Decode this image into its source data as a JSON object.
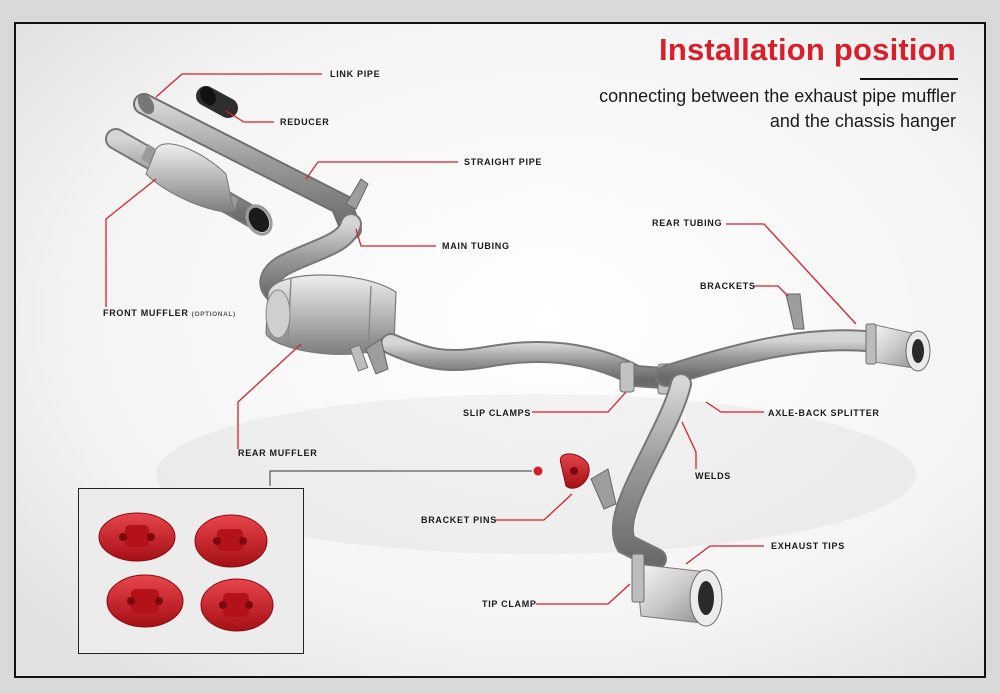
{
  "header": {
    "title": "Installation position",
    "subtitle_line1": "connecting between the exhaust pipe muffler",
    "subtitle_line2": "and the chassis hanger"
  },
  "labels": {
    "link_pipe": "LINK PIPE",
    "reducer": "REDUCER",
    "straight_pipe": "STRAIGHT PIPE",
    "main_tubing": "MAIN TUBING",
    "front_muffler": "FRONT MUFFLER",
    "front_muffler_note": "(OPTIONAL)",
    "rear_muffler": "REAR MUFFLER",
    "slip_clamps": "SLIP CLAMPS",
    "rear_tubing": "REAR TUBING",
    "brackets": "BRACKETS",
    "axle_back_splitter": "AXLE-BACK SPLITTER",
    "welds": "WELDS",
    "bracket_pins": "BRACKET PINS",
    "exhaust_tips": "EXHAUST TIPS",
    "tip_clamp": "TIP CLAMP"
  },
  "colors": {
    "accent": "#d9202a",
    "leader": "#d9202a",
    "pipe": "#a9a9a9",
    "rubber": "#c8161d"
  }
}
